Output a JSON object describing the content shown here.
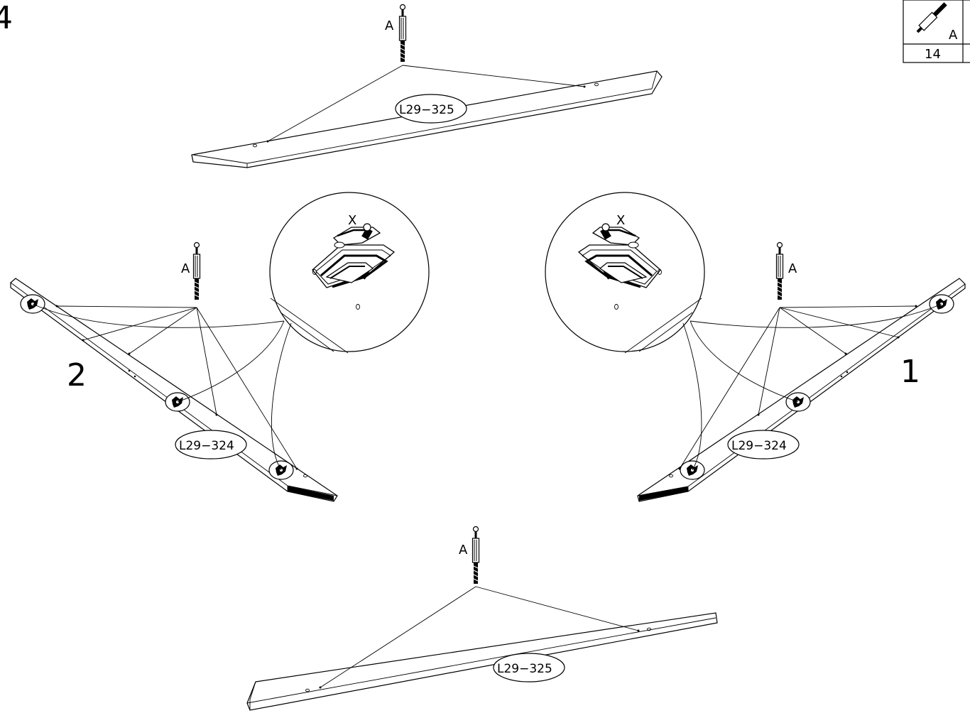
{
  "step_number": "4",
  "parts_box": {
    "letter": "A",
    "quantity": "14"
  },
  "labels": {
    "fitting_a": "A",
    "hinge_x": "X",
    "panel_top": "L29−325",
    "panel_bottom": "L29−325",
    "panel_left": "L29−324",
    "panel_right": "L29−324",
    "panel_left_number": "2",
    "panel_right_number": "1"
  }
}
